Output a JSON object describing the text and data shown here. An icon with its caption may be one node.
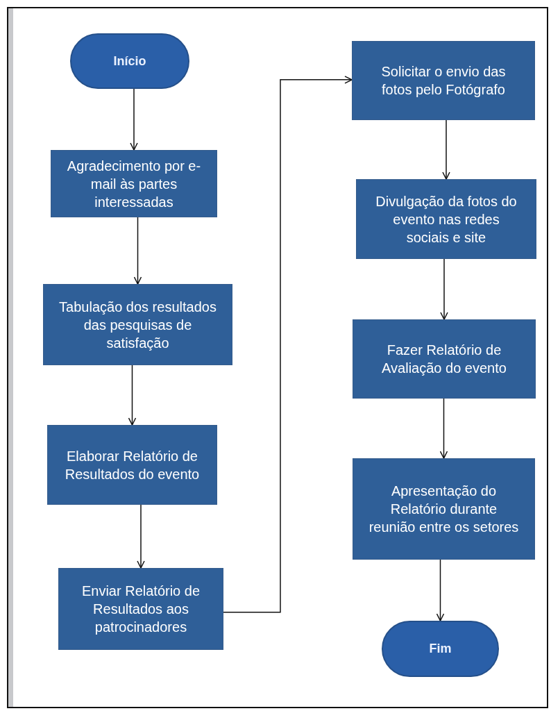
{
  "diagram": {
    "nodes": [
      {
        "text": [
          "Início"
        ]
      },
      {
        "text": [
          "Agradecimento por e-mail às partes interessadas"
        ]
      },
      {
        "text": [
          "Tabulação dos resultados das pesquisas de satisfação"
        ]
      },
      {
        "text": [
          "Elaborar Relatório de Resultados do evento"
        ]
      },
      {
        "text": [
          "Enviar Relatório de Resultados aos patrocinadores"
        ]
      },
      {
        "text": [
          "Solicitar o envio das fotos pelo Fotógrafo"
        ]
      },
      {
        "text": [
          "Divulgação da fotos do evento nas redes sociais e site"
        ]
      },
      {
        "text": [
          "Fazer Relatório de Avaliação do evento"
        ]
      },
      {
        "text": [
          "Apresentação do Relatório durante reunião entre os setores"
        ]
      },
      {
        "text": [
          "Fim"
        ]
      }
    ],
    "edges": [
      {
        "from": 0,
        "to": 1,
        "arrow": "to"
      },
      {
        "from": 1,
        "to": 2,
        "arrow": "to"
      },
      {
        "from": 2,
        "to": 3,
        "arrow": "to"
      },
      {
        "from": 3,
        "to": 4,
        "arrow": "to"
      },
      {
        "from": 4,
        "to": 5,
        "arrow": "to"
      },
      {
        "from": 5,
        "to": 6,
        "arrow": "to"
      },
      {
        "from": 6,
        "to": 7,
        "arrow": "to"
      },
      {
        "from": 7,
        "to": 8,
        "arrow": "to"
      },
      {
        "from": 8,
        "to": 9,
        "arrow": "to"
      }
    ]
  }
}
